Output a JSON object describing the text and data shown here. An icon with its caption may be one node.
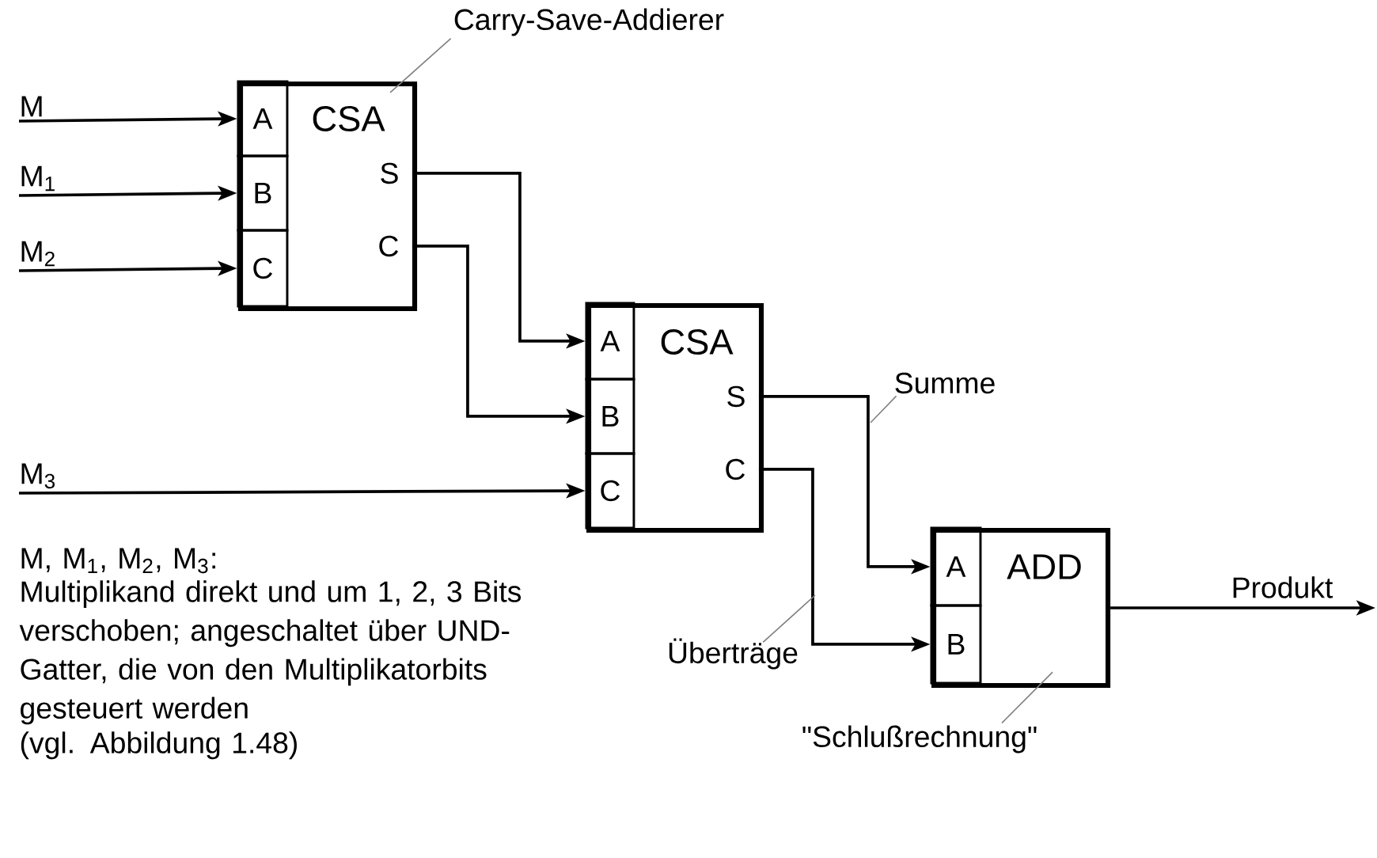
{
  "diagram": {
    "nodes": [
      {
        "text": [
          "Carry-Save-Addierer"
        ]
      },
      {
        "text": [
          "M"
        ]
      },
      {
        "text": [
          "M$_{1}$"
        ]
      },
      {
        "text": [
          "M$_{2}$"
        ]
      },
      {
        "text": [
          "CSA"
        ]
      },
      {
        "text": [
          "A"
        ],
        "in": 4
      },
      {
        "text": [
          "B"
        ],
        "in": 4
      },
      {
        "text": [
          "C"
        ],
        "in": 4
      },
      {
        "text": [
          "S"
        ],
        "in": 4
      },
      {
        "text": [
          "C"
        ],
        "in": 4
      },
      {
        "text": [
          "M$_{3}$"
        ]
      },
      {
        "text": [
          "CSA"
        ]
      },
      {
        "text": [
          "A"
        ],
        "in": 11
      },
      {
        "text": [
          "B"
        ],
        "in": 11
      },
      {
        "text": [
          "C"
        ],
        "in": 11
      },
      {
        "text": [
          "S"
        ],
        "in": 11
      },
      {
        "text": [
          "C"
        ],
        "in": 11
      },
      {
        "text": [
          "Summe"
        ]
      },
      {
        "text": [
          "Überträge"
        ]
      },
      {
        "text": [
          "ADD"
        ]
      },
      {
        "text": [
          "A"
        ],
        "in": 19
      },
      {
        "text": [
          "B"
        ],
        "in": 19
      },
      {
        "text": [
          "\"Schlußrechnung\""
        ]
      }
    ],
    "edges": [
      {
        "from": 0,
        "to": 4,
        "arrow": "none",
        "color": "#808080"
      },
      {
        "from": 1,
        "to": 5,
        "arrow": "to"
      },
      {
        "from": 2,
        "to": 6,
        "arrow": "to"
      },
      {
        "from": 3,
        "to": 7,
        "arrow": "to"
      },
      {
        "from": 8,
        "to": 12,
        "arrow": "to"
      },
      {
        "from": 9,
        "to": 13,
        "arrow": "to"
      },
      {
        "from": 10,
        "to": 14,
        "arrow": "to"
      },
      {
        "from": 15,
        "to": 20,
        "arrow": "to"
      },
      {
        "from": 16,
        "to": 21,
        "arrow": "to"
      },
      {
        "from": 17,
        "to": null,
        "arrow": "none",
        "color": "#808080"
      },
      {
        "from": 18,
        "to": null,
        "arrow": "none",
        "color": "#808080"
      },
      {
        "from": 19,
        "to": null,
        "arrow": "to",
        "label": "Produkt"
      },
      {
        "from": 22,
        "to": 19,
        "arrow": "none",
        "color": "#808080"
      }
    ],
    "labels": [
      "M, M$_{1}$, M$_{2}$, M$_{3}$:",
      "Multiplikand direkt und um 1, 2, 3 Bits verschoben; angeschaltet über UND-Gatter, die von den Multiplikatorbits gesteuert werden",
      "(vgl. Abbildung 1.48)"
    ]
  }
}
